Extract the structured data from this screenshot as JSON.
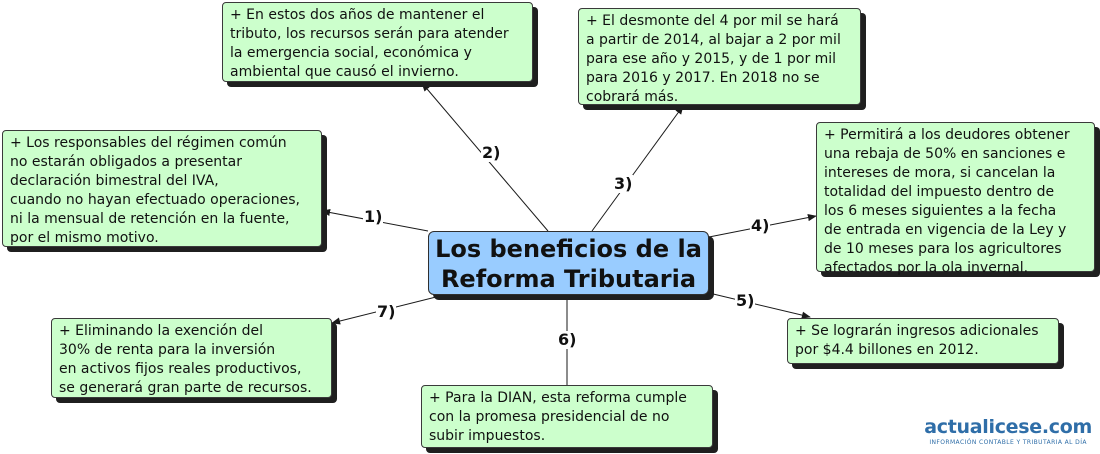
{
  "center": {
    "title": "Los beneficios de la\nReforma Tributaria"
  },
  "branches": [
    {
      "num": "1)",
      "text": "+ Los responsables del régimen común\nno estarán obligados a presentar\ndeclaración bimestral del IVA,\ncuando no hayan efectuado operaciones,\nni la mensual de retención en la fuente,\npor el mismo motivo."
    },
    {
      "num": "2)",
      "text": "+ En estos dos años de mantener el\ntributo, los recursos serán para atender\nla emergencia social, económica y\nambiental que causó el invierno."
    },
    {
      "num": "3)",
      "text": "+ El desmonte del 4 por mil se hará\na partir de 2014, al bajar a 2 por mil\npara ese año y 2015, y de 1 por mil\npara 2016 y 2017. En 2018 no se\ncobrará más."
    },
    {
      "num": "4)",
      "text": "+ Permitirá a los deudores obtener\nuna rebaja de 50% en sanciones e\nintereses de mora, si cancelan la\ntotalidad del impuesto dentro de\nlos 6 meses siguientes a la fecha\nde entrada en vigencia de la Ley y\nde 10 meses para los agricultores\nafectados por la ola invernal."
    },
    {
      "num": "5)",
      "text": "+ Se lograrán ingresos adicionales\npor $4.4 billones en 2012."
    },
    {
      "num": "6)",
      "text": "+ Para la DIAN, esta reforma cumple\ncon la promesa presidencial de no\nsubir impuestos."
    },
    {
      "num": "7)",
      "text": "+ Eliminando la exención del\n30% de renta para la inversión\nen activos fijos reales productivos,\nse generará gran parte de recursos."
    }
  ],
  "logo": {
    "name": "actualicese.com",
    "tagline": "INFORMACIÓN CONTABLE Y TRIBUTARIA AL DÍA",
    "color": "#2f6ea8"
  },
  "colors": {
    "node_fill": "#ccffcc",
    "center_fill": "#99ccff",
    "line": "#1a1a1a"
  }
}
